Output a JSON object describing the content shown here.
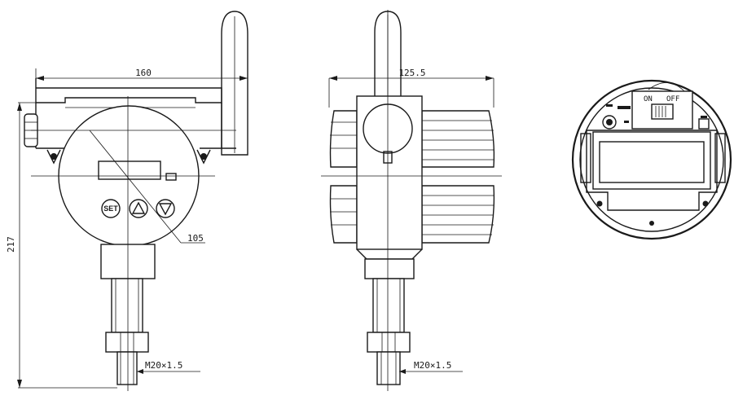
{
  "dimensions": {
    "width_front": "160",
    "height": "217",
    "diameter": "105",
    "width_side": "125.5",
    "thread_front": "M20×1.5",
    "thread_side": "M20×1.5"
  },
  "buttons": {
    "set": "SET"
  },
  "switch": {
    "on": "ON",
    "off": "OFF"
  }
}
